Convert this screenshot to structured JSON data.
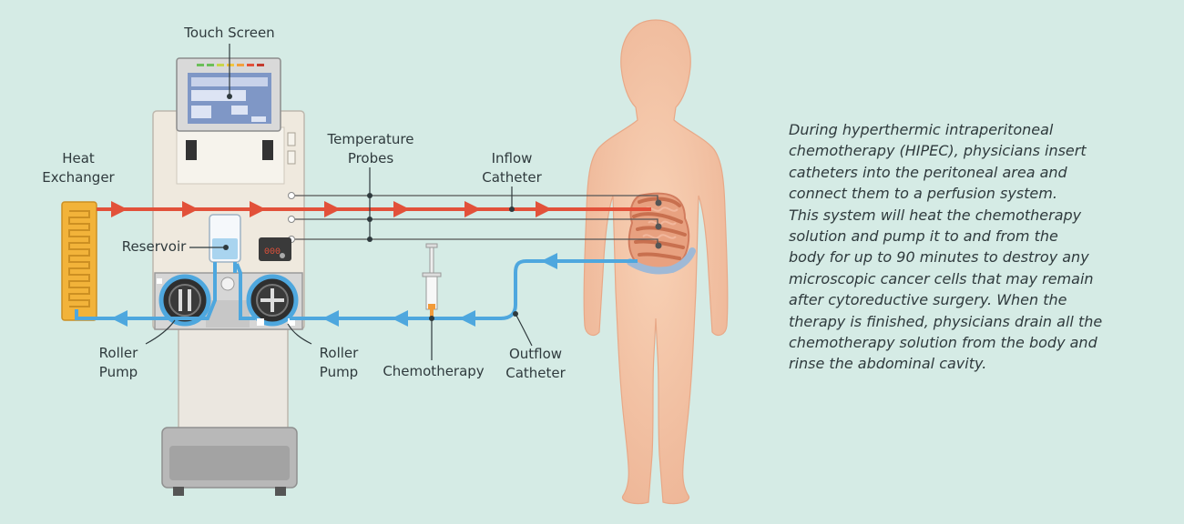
{
  "labels": {
    "touch_screen": "Touch Screen",
    "heat_exchanger": [
      "Heat",
      "Exchanger"
    ],
    "temperature_probes": [
      "Temperature",
      "Probes"
    ],
    "inflow_catheter": [
      "Inflow",
      "Catheter"
    ],
    "reservoir": "Reservoir",
    "roller_pump_left": [
      "Roller",
      "Pump"
    ],
    "roller_pump_right": [
      "Roller",
      "Pump"
    ],
    "chemotherapy": "Chemotherapy",
    "outflow_catheter": [
      "Outflow",
      "Catheter"
    ]
  },
  "display_readout": "000",
  "description_lines": [
    "During hyperthermic intraperitoneal",
    "chemotherapy (HIPEC), physicians insert",
    "catheters into the peritoneal area and",
    "connect them to a perfusion system.",
    "This system will heat the chemotherapy",
    "solution and pump it to and from the",
    "body for up to 90 minutes to destroy any",
    "microscopic cancer cells that may remain",
    "after cytoreductive surgery. When the",
    "therapy is finished, physicians drain all the",
    "chemotherapy solution from the body and",
    "rinse the abdominal cavity."
  ],
  "colors": {
    "background": "#d5ebe5",
    "inflow_red": "#e2513a",
    "outflow_blue": "#4ea7de",
    "heat_exchanger_yellow": "#f2b33a",
    "body_skin": "#f5c6a7",
    "intestine": "#d9866a",
    "machine_body": "#efe9de",
    "machine_panel": "#d9d9d9"
  }
}
